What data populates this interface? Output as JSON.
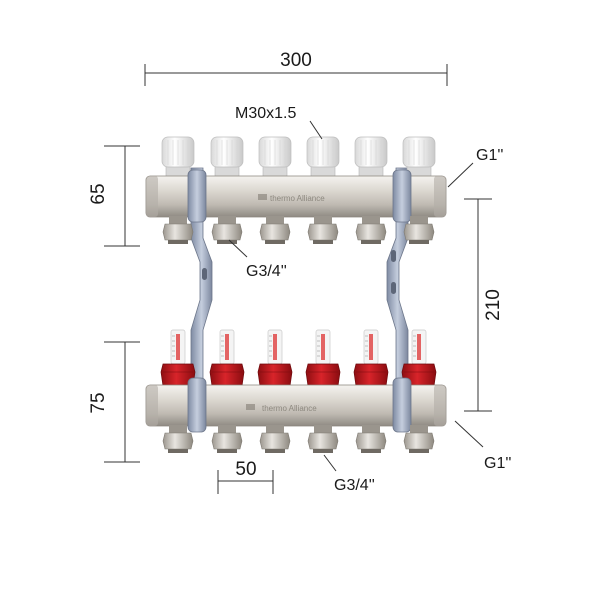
{
  "dimensions": {
    "overall_width": "300",
    "top_height": "65",
    "bottom_height": "75",
    "spacing_between_bars": "210",
    "outlet_pitch": "50"
  },
  "callouts": {
    "thread_cap": "M30x1.5",
    "top_inlet": "G1''",
    "top_outlet": "G3/4''",
    "bottom_inlet": "G1''",
    "bottom_outlet": "G3/4''"
  },
  "bar_logo": "thermo Alliance",
  "colors": {
    "steel_light": "#e6e3de",
    "steel_dark": "#a8a49d",
    "cap_white": "#f2f2f2",
    "flowmeter_red": "#c4161c",
    "bracket_blue": "#9aa8c0",
    "text": "#1a1a1a"
  }
}
